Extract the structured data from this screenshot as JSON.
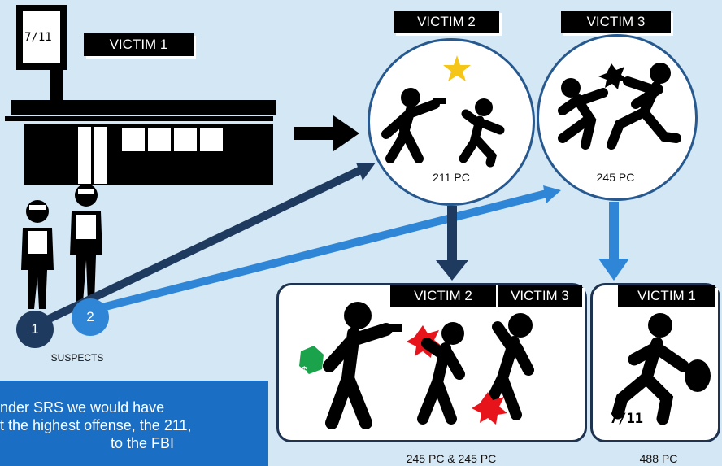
{
  "store": {
    "sign_text": "7/11"
  },
  "tags": {
    "victim1_top": "VICTIM 1",
    "victim2_top": "VICTIM 2",
    "victim3_top": "VICTIM 3",
    "victim2_bottom": "VICTIM 2",
    "victim3_bottom": "VICTIM 3",
    "victim1_bottom": "VICTIM 1"
  },
  "circles": {
    "c1_code": "211 PC",
    "c2_code": "245 PC"
  },
  "suspects": {
    "badge1": "1",
    "badge2": "2",
    "label": "SUSPECTS"
  },
  "panels": {
    "left_caption": "245 PC & 245 PC",
    "right_caption": "488 PC",
    "right_store_text": "7/11",
    "money_symbol": "$"
  },
  "note": {
    "line1": "nder SRS we would have",
    "line2": "t the highest offense, the 211,",
    "line3": "to the FBI"
  },
  "colors": {
    "background": "#d4e7f5",
    "dark_blue": "#1e3a5f",
    "mid_blue": "#1a6fc4",
    "bright_blue": "#2f86d6",
    "star": "#f5c518",
    "burst": "#e8141c",
    "money": "#1aa34a"
  },
  "icons": [
    "store-icon",
    "arrow-right-icon",
    "star-icon",
    "explosion-icon",
    "money-icon",
    "running-thief-icon",
    "gun-icon"
  ]
}
